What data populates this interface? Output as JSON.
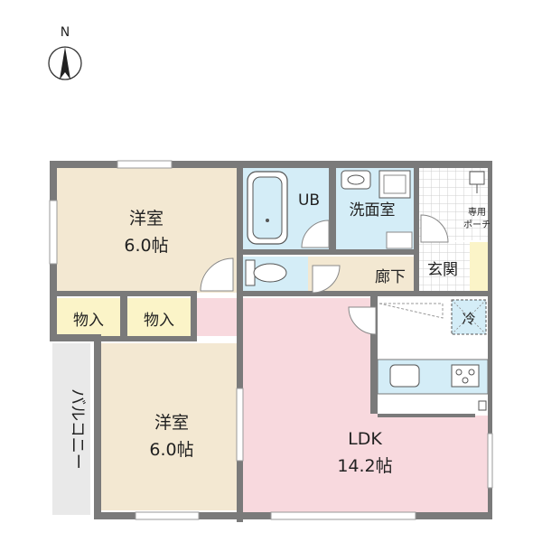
{
  "compass": {
    "label": "N"
  },
  "rooms": {
    "western1": {
      "name": "洋室",
      "size": "6.0帖"
    },
    "western2": {
      "name": "洋室",
      "size": "6.0帖"
    },
    "ldk": {
      "name": "LDK",
      "size": "14.2帖"
    },
    "ub": {
      "name": "UB"
    },
    "washroom": {
      "name": "洗面室"
    },
    "hallway": {
      "name": "廊下"
    },
    "entrance": {
      "name": "玄関"
    },
    "storage1": {
      "name": "物入"
    },
    "storage2": {
      "name": "物入"
    },
    "balcony": {
      "name": "バルコニー"
    },
    "porch": {
      "line1": "専用",
      "line2": "ポーチ"
    },
    "fridge": {
      "name": "冷"
    }
  },
  "colors": {
    "western": "#f3e8d2",
    "ldk": "#f8d9de",
    "water": "#d4edf7",
    "hallway": "#f3e8d2",
    "storage": "#fbf4c8",
    "balcony": "#e9e9e9",
    "wall": "#7a7a7a",
    "porch_tile": "#d8d8d8"
  }
}
